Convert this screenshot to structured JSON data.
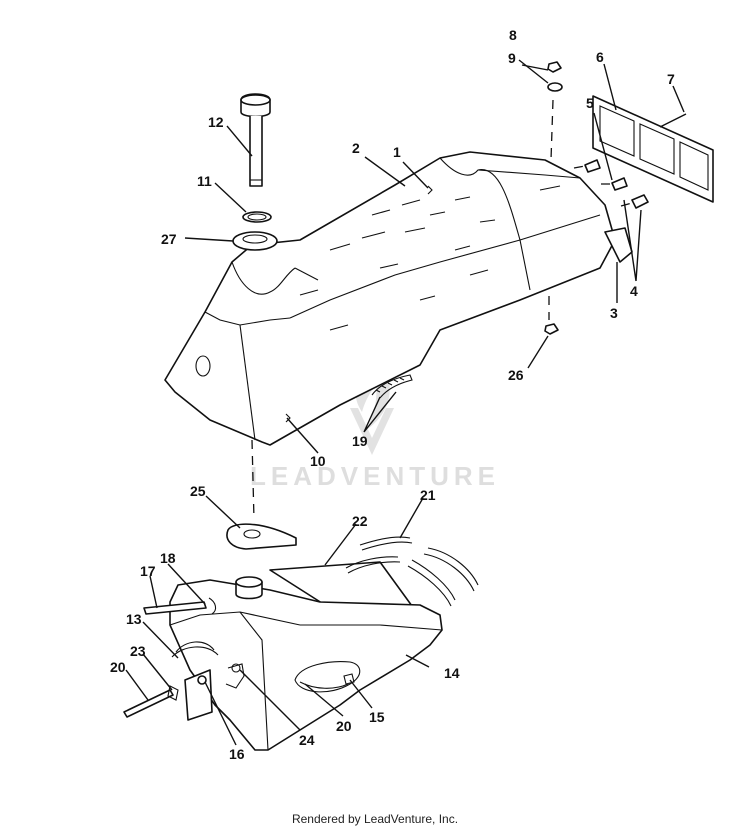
{
  "watermark": {
    "text": "LEADVENTURE"
  },
  "footer": {
    "text": "Rendered by LeadVenture, Inc."
  },
  "callouts": [
    "1",
    "2",
    "3",
    "4",
    "5",
    "6",
    "7",
    "8",
    "9",
    "10",
    "11",
    "12",
    "13",
    "14",
    "15",
    "16",
    "17",
    "18",
    "19",
    "20",
    "20",
    "21",
    "22",
    "23",
    "24",
    "25",
    "26",
    "27"
  ]
}
